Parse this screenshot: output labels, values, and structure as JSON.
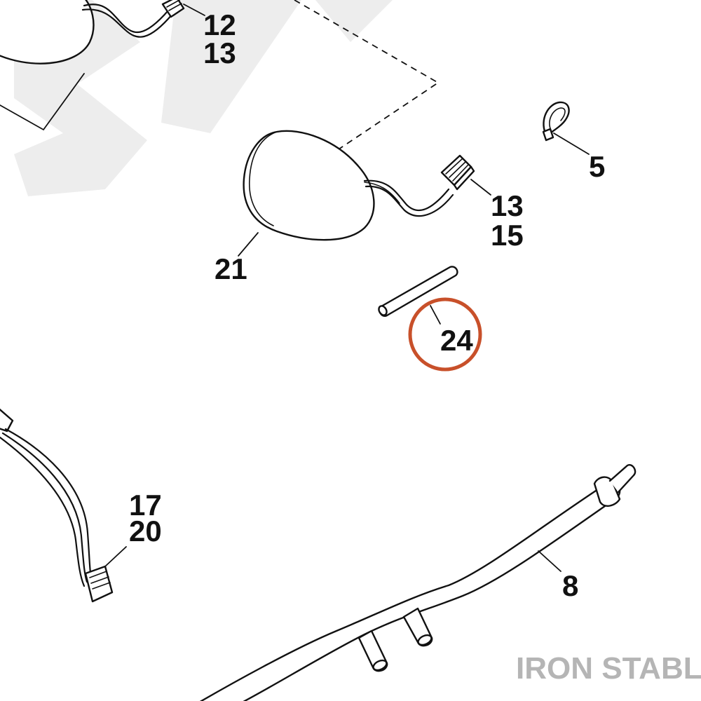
{
  "callouts": {
    "item_12": "12",
    "item_13_top": "13",
    "item_5": "5",
    "item_13_mid": "13",
    "item_15": "15",
    "item_21": "21",
    "item_24": "24",
    "item_17": "17",
    "item_20": "20",
    "item_8": "8"
  },
  "highlight": {
    "target": "24",
    "color": "#c8502a"
  },
  "watermark": {
    "brand": "IRON STABLE",
    "brand_color": "#b5b5b5"
  },
  "icons": {
    "lamp_top": "turn-signal-lamp-icon",
    "lamp_main": "turn-signal-lamp-icon",
    "cable_strap": "cable-strap-icon",
    "pin": "pin-icon",
    "connector": "wire-connector-icon",
    "handlebar": "handlebar-icon"
  }
}
